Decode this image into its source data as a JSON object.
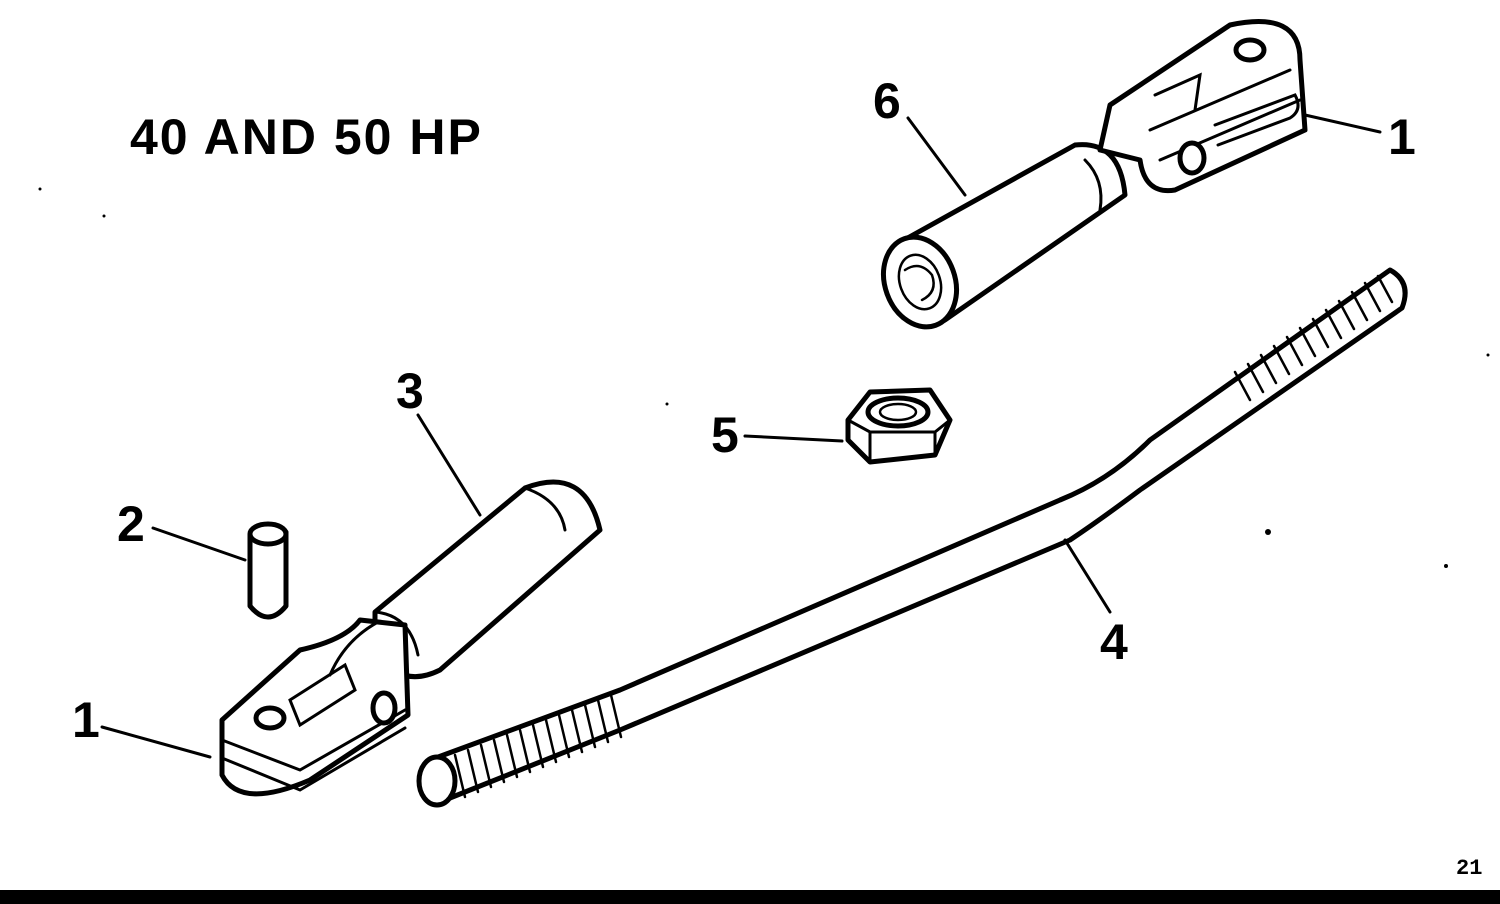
{
  "diagram": {
    "title": "40 AND 50 HP",
    "figure_number": "21",
    "callouts": [
      {
        "id": "callout-6",
        "label": "6",
        "part": "coupler"
      },
      {
        "id": "callout-1-top",
        "label": "1",
        "part": "clevis"
      },
      {
        "id": "callout-3",
        "label": "3",
        "part": "coupler"
      },
      {
        "id": "callout-2",
        "label": "2",
        "part": "pin"
      },
      {
        "id": "callout-5",
        "label": "5",
        "part": "nut"
      },
      {
        "id": "callout-4",
        "label": "4",
        "part": "rod"
      },
      {
        "id": "callout-1-bottom",
        "label": "1",
        "part": "clevis"
      }
    ]
  },
  "colors": {
    "ink": "#000000",
    "paper": "#ffffff"
  }
}
